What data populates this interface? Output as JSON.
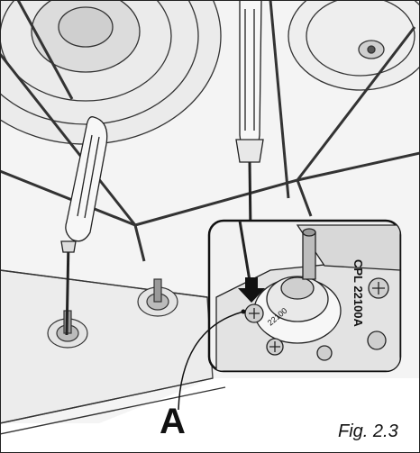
{
  "callout": {
    "label": "A"
  },
  "figure": {
    "caption": "Fig. 2.3"
  },
  "inset": {
    "valve_code_1": "CPL 22100A",
    "valve_code_2": "22100"
  },
  "icons": [
    "screwdriver-icon",
    "burner-icon",
    "gas-valve-icon",
    "arrow-down-icon"
  ]
}
